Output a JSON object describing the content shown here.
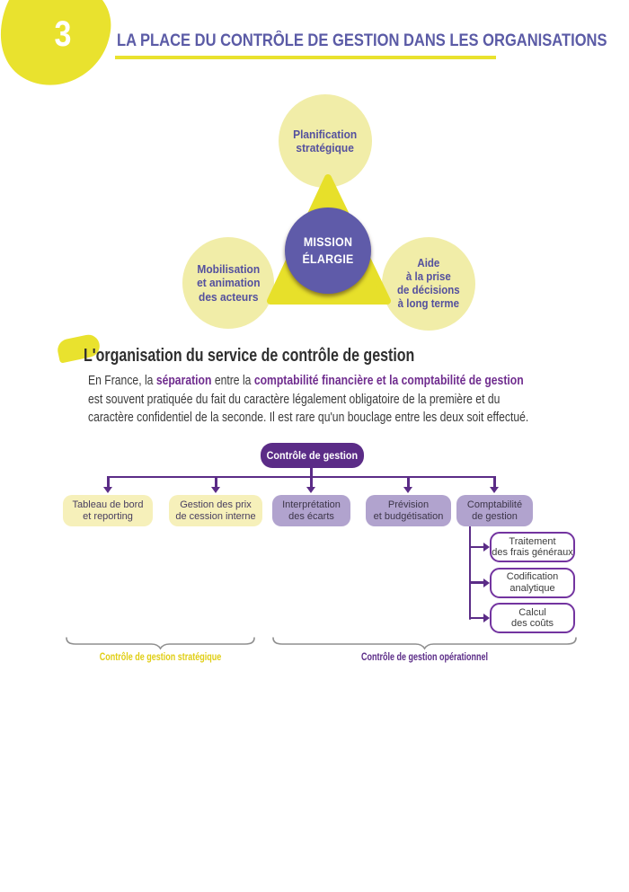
{
  "header": {
    "chapter_number": "3",
    "chapter_title": "LA PLACE DU CONTRÔLE DE GESTION DANS LES ORGANISATIONS"
  },
  "mission_diagram": {
    "center_circle": {
      "lines": [
        "MISSION",
        "ÉLARGIE"
      ]
    },
    "top_circle": {
      "lines": [
        "Planification",
        "stratégique"
      ]
    },
    "left_circle": {
      "lines": [
        "Mobilisation",
        "et animation",
        "des acteurs"
      ]
    },
    "right_circle": {
      "lines": [
        "Aide",
        "à la prise",
        "de décisions",
        "à long terme"
      ]
    }
  },
  "section": {
    "heading": "L'organisation du service de contrôle de gestion",
    "paragraph": {
      "line1_part1": "En France, la ",
      "line1_bold1": "séparation",
      "line1_part2": " entre la ",
      "line1_bold2": "comptabilité financière et la comptabilité de gestion",
      "line2": "est souvent pratiquée du fait du caractère légalement obligatoire de la première et du",
      "line3": "caractère confidentiel de la seconde. Il est rare qu'un bouclage entre les deux soit effectué."
    }
  },
  "org_chart": {
    "root_label": "Contrôle de gestion",
    "children": [
      {
        "style": "yellow",
        "lines": [
          "Tableau de bord",
          "et reporting"
        ]
      },
      {
        "style": "yellow",
        "lines": [
          "Gestion des prix",
          "de cession interne"
        ]
      },
      {
        "style": "lavender",
        "lines": [
          "Interprétation",
          "des écarts"
        ]
      },
      {
        "style": "lavender",
        "lines": [
          "Prévision",
          "et budgétisation"
        ]
      },
      {
        "style": "lavender",
        "lines": [
          "Comptabilité",
          "de gestion"
        ]
      }
    ],
    "leaf_boxes": [
      {
        "lines": [
          "Traitement",
          "des frais généraux"
        ]
      },
      {
        "lines": [
          "Codification",
          "analytique"
        ]
      },
      {
        "lines": [
          "Calcul",
          "des coûts"
        ]
      }
    ],
    "group_labels": [
      {
        "label": "Contrôle de gestion stratégique",
        "color": "#e0ce14"
      },
      {
        "label": "Contrôle de gestion opérationnel",
        "color": "#5b2c87"
      }
    ]
  },
  "colors": {
    "accent_yellow": "#e9e22e",
    "pale_yellow_circle": "#f1eda8",
    "pale_yellow_node": "#f6f0ba",
    "lavender_node": "#b1a3ce",
    "purple_dark": "#5b2c87",
    "purple_center_circle": "#5f5ba9",
    "title_purple": "#5b5ba6",
    "bold_text_purple": "#6f2c8e",
    "leaf_border_purple": "#7334a0",
    "strategic_label_yellow": "#e0ce14",
    "brace_gray": "#8f8f8f"
  }
}
